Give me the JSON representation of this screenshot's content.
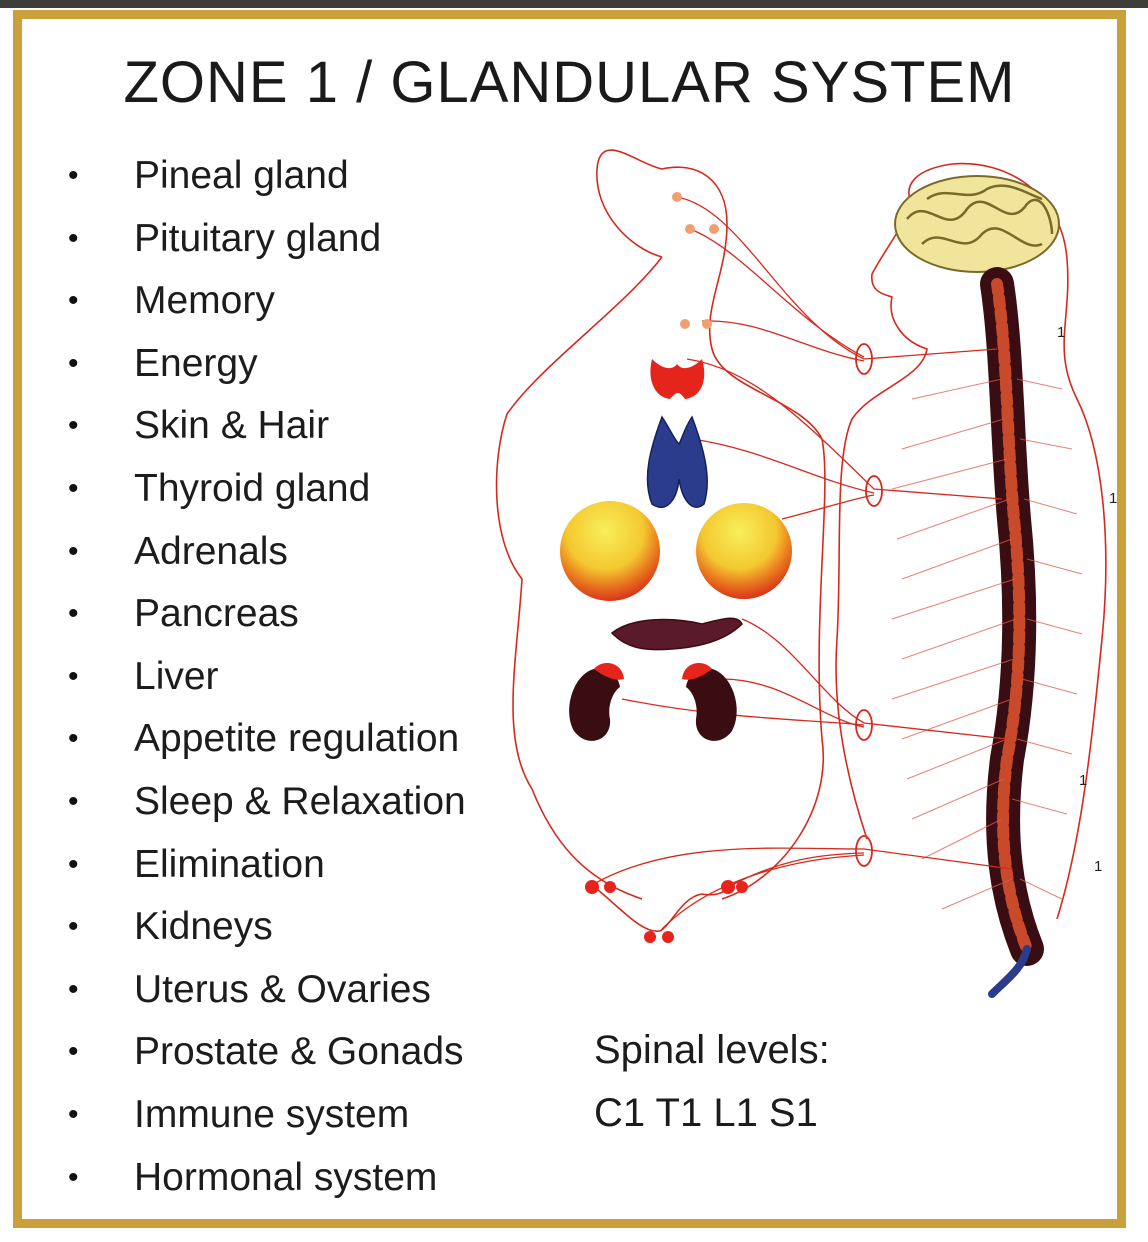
{
  "title": "ZONE 1 / GLANDULAR SYSTEM",
  "items": [
    "Pineal gland",
    "Pituitary gland",
    "Memory",
    "Energy",
    "Skin & Hair",
    "Thyroid gland",
    "Adrenals",
    "Pancreas",
    "Liver",
    "Appetite regulation",
    "Sleep & Relaxation",
    "Elimination",
    "Kidneys",
    "Uterus & Ovaries",
    "Prostate & Gonads",
    "Immune system",
    "Hormonal system"
  ],
  "bullet": "•",
  "spinal": {
    "label": "Spinal levels:",
    "levels": "C1 T1 L1 S1"
  },
  "level_markers": [
    "1",
    "1",
    "1",
    "1"
  ],
  "colors": {
    "frame": "#c9a03a",
    "nerve": "#d42a1e",
    "organ_red": "#e5241b",
    "thymus_blue": "#2b3c8c",
    "breast_yellow": "#f4e23a",
    "brain": "#f0e59a",
    "kidney": "#3a0d12"
  }
}
